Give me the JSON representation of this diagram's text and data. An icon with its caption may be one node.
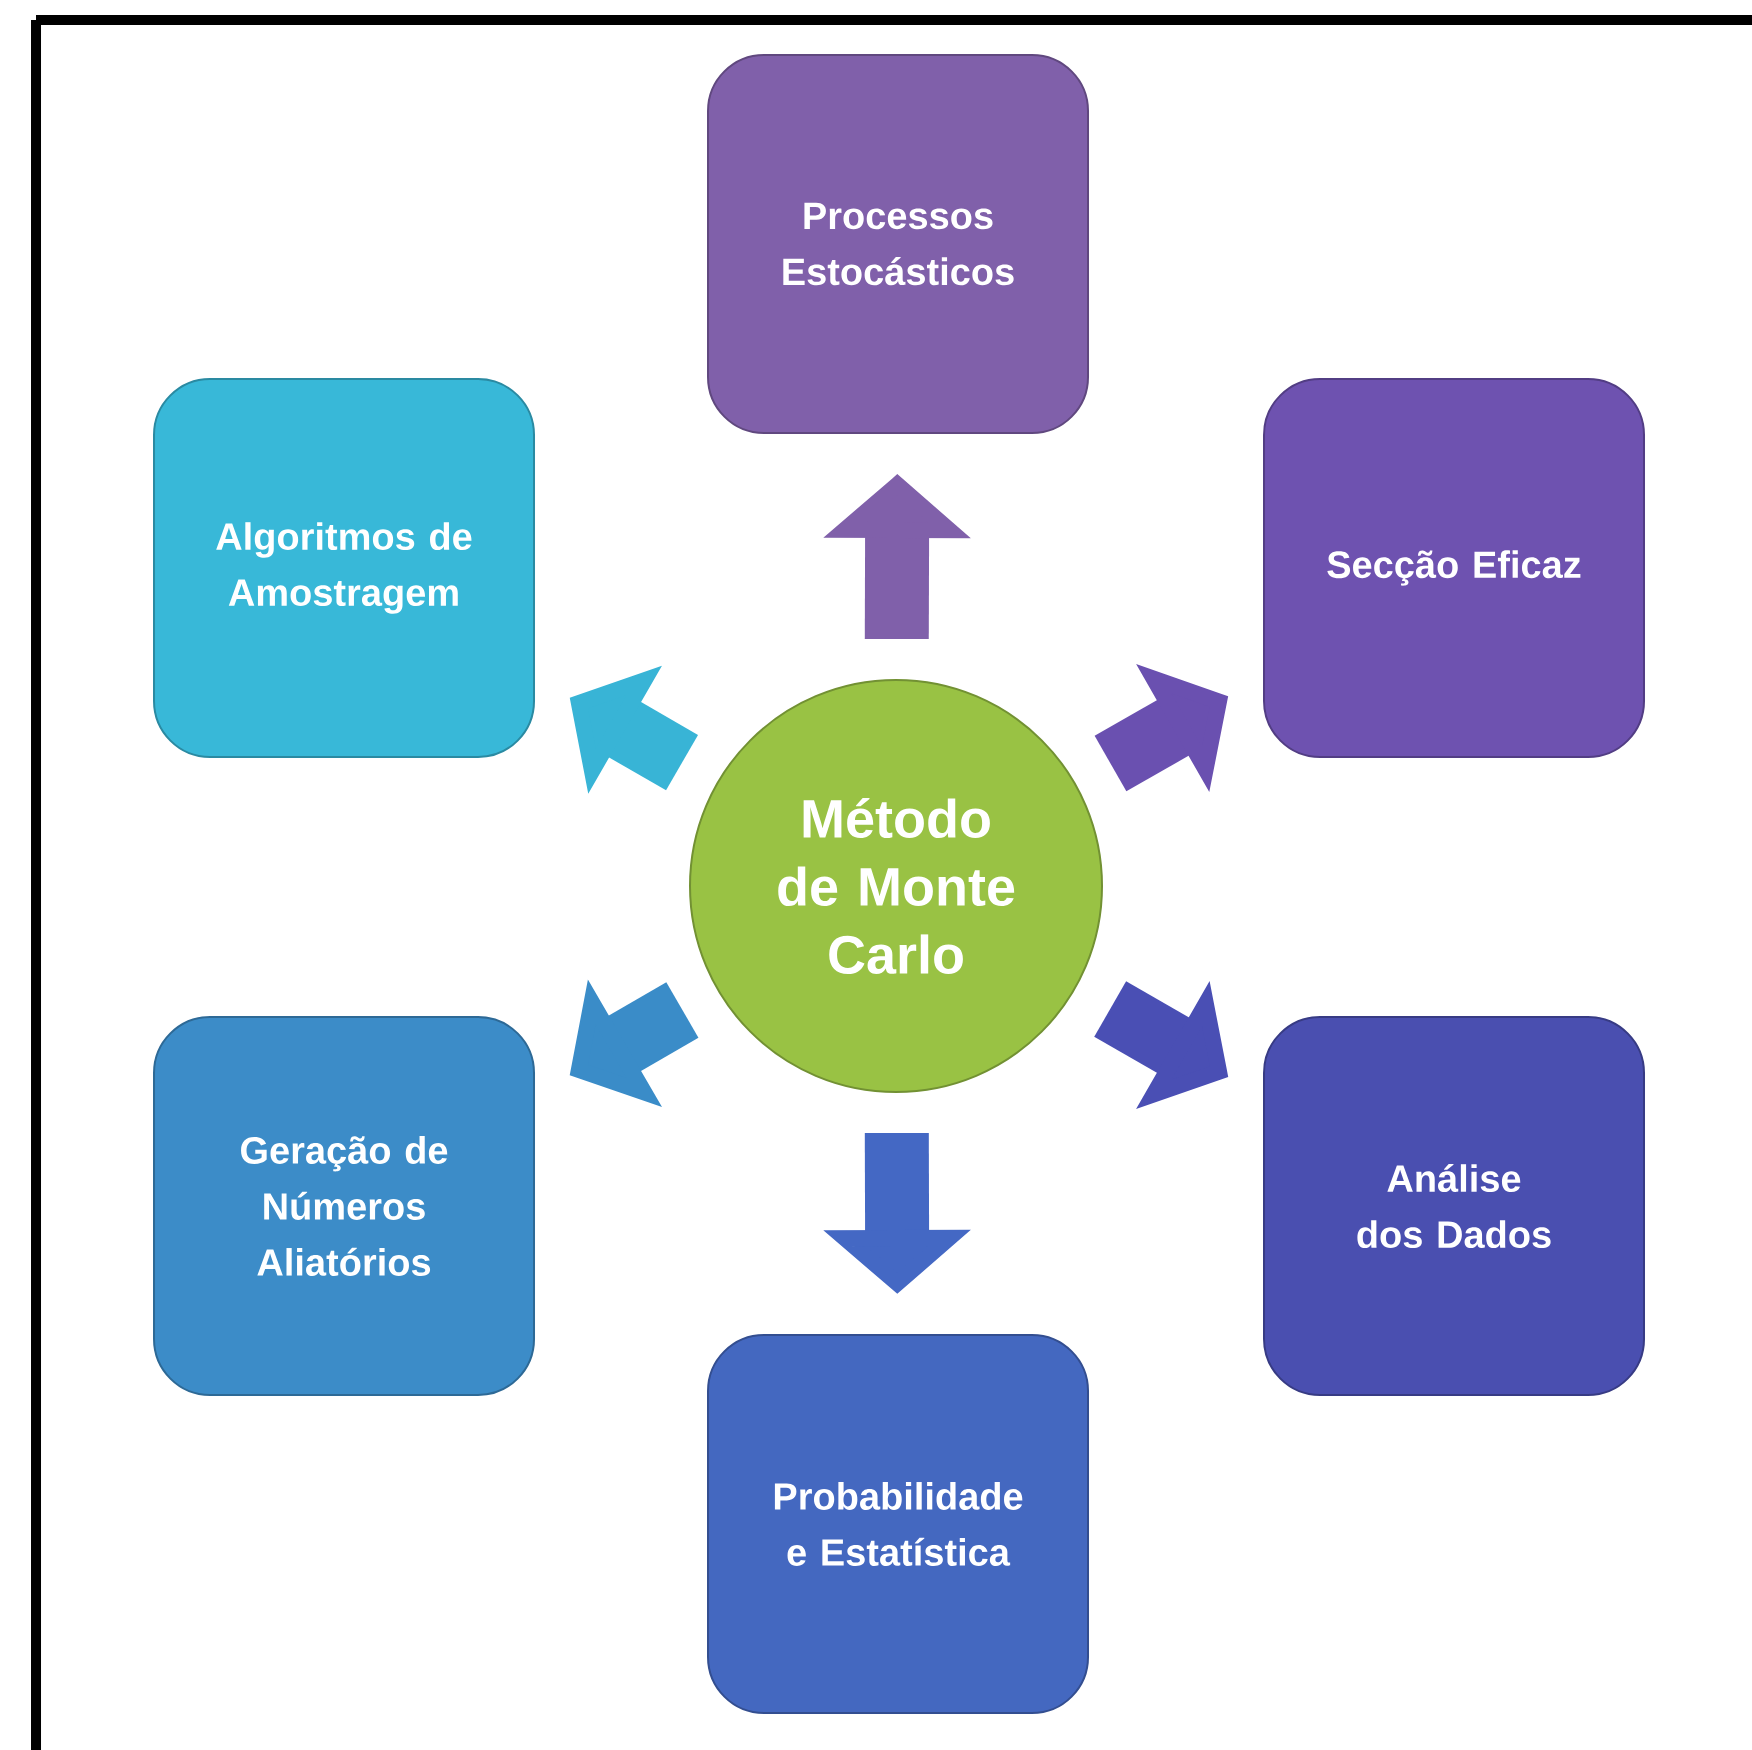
{
  "diagram": {
    "nodes": [
      {
        "text": [
          "Método de Monte Carlo"
        ]
      },
      {
        "text": [
          "Processos Estocásticos"
        ]
      },
      {
        "text": [
          "Secção Eficaz"
        ]
      },
      {
        "text": [
          "Análise dos Dados"
        ]
      },
      {
        "text": [
          "Probabilidade e Estatística"
        ]
      },
      {
        "text": [
          "Geração de Números Aliatórios"
        ]
      },
      {
        "text": [
          "Algoritmos de Amostragem"
        ]
      }
    ],
    "edges": [
      {
        "from": 0,
        "to": 1,
        "arrow": "to",
        "color": "#8060aa"
      },
      {
        "from": 0,
        "to": 2,
        "arrow": "to",
        "color": "#6a50b0"
      },
      {
        "from": 0,
        "to": 3,
        "arrow": "to",
        "color": "#4a4fb4"
      },
      {
        "from": 0,
        "to": 4,
        "arrow": "to",
        "color": "#4468c4"
      },
      {
        "from": 0,
        "to": 5,
        "arrow": "to",
        "color": "#3a8cc8"
      },
      {
        "from": 0,
        "to": 6,
        "arrow": "to",
        "color": "#38b4d6"
      }
    ]
  }
}
